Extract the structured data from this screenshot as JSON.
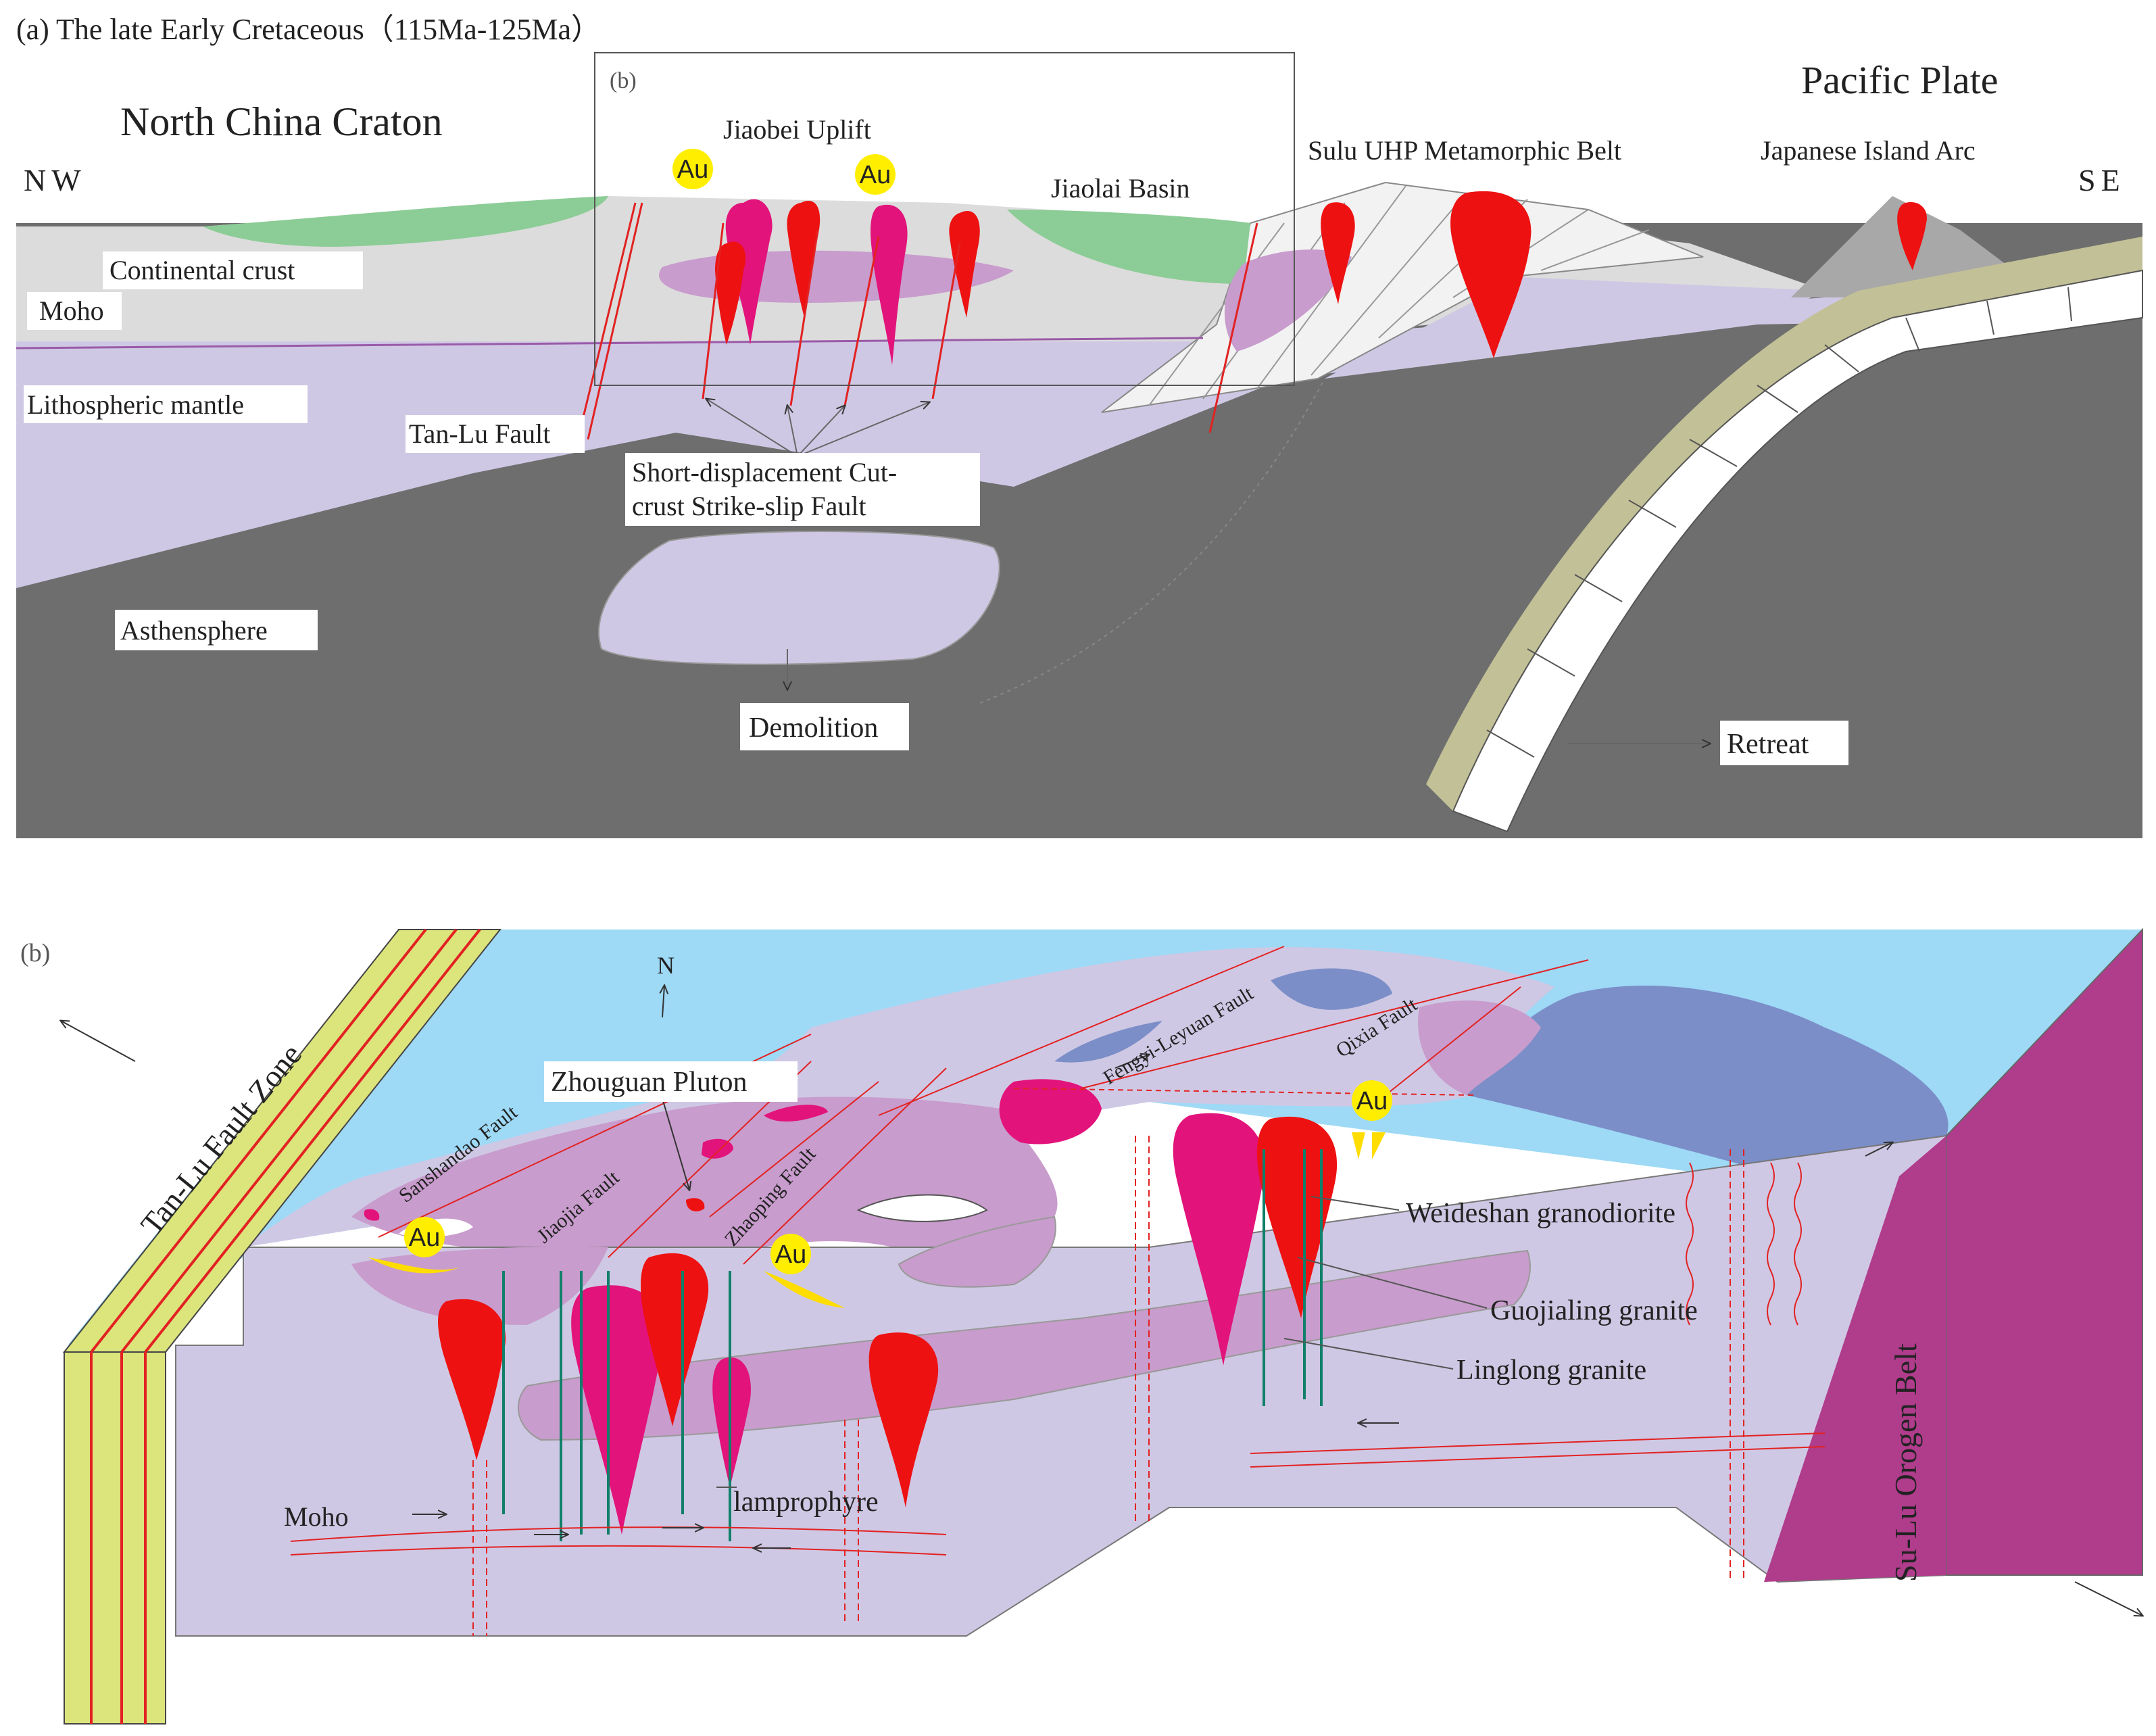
{
  "panel_a": {
    "title": "(a) The late Early Cretaceous（115Ma-125Ma）",
    "inset_label": "(b)",
    "north_china_craton": "North China Craton",
    "pacific_plate": "Pacific Plate",
    "nw": "NW",
    "se": "SE",
    "jiaobei_uplift": "Jiaobei Uplift",
    "jiaolai_basin": "Jiaolai Basin",
    "sulu_belt": "Sulu UHP Metamorphic Belt",
    "japanese_arc": "Japanese Island Arc",
    "continental_crust": "Continental crust",
    "moho": "Moho",
    "lithospheric_mantle": "Lithospheric mantle",
    "tan_lu_fault": "Tan-Lu Fault",
    "short_fault_line1": "Short-displacement Cut-",
    "short_fault_line2": "crust Strike-slip Fault",
    "asthenosphere": "Asthensphere",
    "demolition": "Demolition",
    "retreat": "Retreat",
    "au": "Au"
  },
  "panel_b": {
    "label": "(b)",
    "tan_lu_zone": "Tan-Lu Fault Zone",
    "north": "N",
    "zhouguan_pluton": "Zhouguan Pluton",
    "sanshandao_fault": "Sanshandao Fault",
    "jiaojia_fault": "Jiaojia Fault",
    "zhaoping_fault": "Zhaoping Fault",
    "fengyi_fault": "Fengyi-Leyuan Fault",
    "qixia_fault": "Qixia Fault",
    "weideshan": "Weideshan granodiorite",
    "guojialing": "Guojialing granite",
    "linglong": "Linglong granite",
    "lamprophyre": "lamprophyre",
    "moho": "Moho",
    "sulu_orogen": "Su-Lu Orogen Belt",
    "au": "Au"
  },
  "colors": {
    "crust": "#dcdcdc",
    "mantle": "#cfc8e4",
    "asthenosphere": "#6e6e6e",
    "sediment": "#8ccc96",
    "granite_red": "#ee1111",
    "granite_magenta": "#e2137a",
    "pink_body": "#c89ccc",
    "slab": "#c2c096",
    "sea": "#9ed9f6",
    "blue_land": "#7b8ec8",
    "orogen": "#b03c8c",
    "tanlu": "#dce47c",
    "au": "#ffee00",
    "fault_line": "#e22222",
    "dike": "#11806a"
  }
}
